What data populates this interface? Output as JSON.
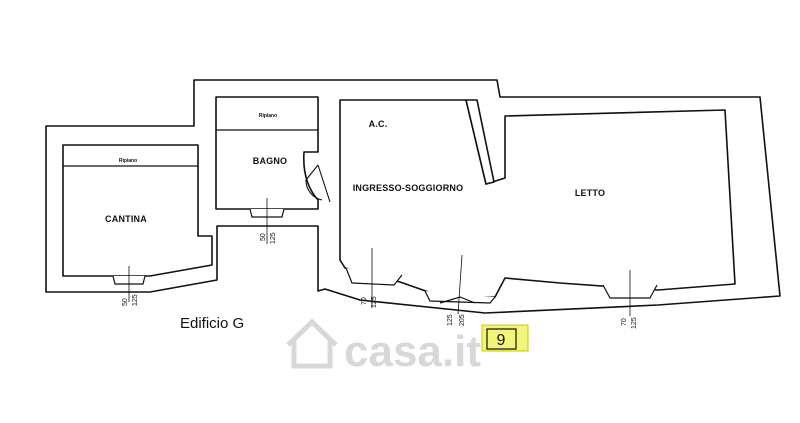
{
  "plan": {
    "building_label": "Edificio G",
    "rooms": {
      "cantina": "CANTINA",
      "bagno": "BAGNO",
      "ingresso": "INGRESSO-SOGGIORNO",
      "letto": "LETTO",
      "ac": "A.C."
    },
    "ripiano_labels": [
      "Ripiano",
      "Ripiano"
    ],
    "window_dims": [
      {
        "w": "50",
        "h": "125"
      },
      {
        "w": "50",
        "h": "125"
      },
      {
        "w": "70",
        "h": "125"
      },
      {
        "w": "125",
        "h": "205"
      },
      {
        "w": "70",
        "h": "125"
      }
    ],
    "watermark": "casa.it",
    "tag_number": "9",
    "colors": {
      "wall": "#111111",
      "tag_fill": "#f3f57a",
      "tag_stroke": "#c9c900",
      "watermark": "#d8d8d8"
    }
  }
}
